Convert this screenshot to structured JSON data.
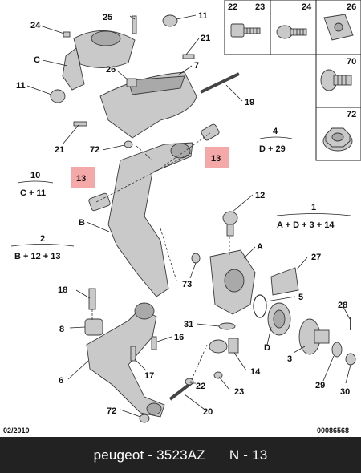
{
  "callouts": {
    "c24_top": "24",
    "c25": "25",
    "c11_top": "11",
    "cC": "C",
    "c21_top": "21",
    "c11_left": "11",
    "c26_mid": "26",
    "c7": "7",
    "c19": "19",
    "c21_bottom": "21",
    "c72_mid": "72",
    "c13_right": "13",
    "c13_left": "13",
    "c10": "10",
    "c12": "12",
    "cB": "B",
    "c2": "2",
    "c1": "1",
    "cA": "A",
    "c27": "27",
    "c73": "73",
    "c18": "18",
    "c5": "5",
    "c8": "8",
    "c31": "31",
    "c28": "28",
    "c16": "16",
    "cD": "D",
    "c6": "6",
    "c17": "17",
    "c14": "14",
    "c3": "3",
    "c29": "29",
    "c22": "22",
    "c23_bottom": "23",
    "c30": "30",
    "c72_bottom": "72",
    "c20": "20",
    "c4": "4"
  },
  "groups": {
    "g10": "C + 11",
    "g4": "D + 29",
    "g2": "B + 12 + 13",
    "g1": "A + D + 3 + 14"
  },
  "legend_boxes": {
    "b22": "22",
    "b23": "23",
    "b24": "24",
    "b26": "26",
    "b70": "70",
    "b72": "72"
  },
  "highlight_color": "#f4a9a8",
  "date_code": "02/2010",
  "diagram_number": "00086568",
  "footer": {
    "brand_part": "peugeot - 3523AZ",
    "section": "N - 13"
  }
}
